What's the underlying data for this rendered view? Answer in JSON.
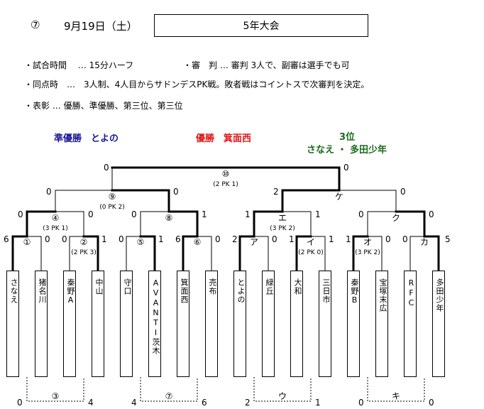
{
  "header": {
    "round_marker": "⑦",
    "date": "9月19日（土）",
    "title": "5年大会"
  },
  "notes": [
    "・試合時間　 … 15分ハーフ",
    "・審　判 … 審判 3人で、副審は選手でも可",
    "・同点時　…　3人制、4人目からサドンデスPK戦。敗者戦はコイントスで次審判を決定。",
    "・表彰 … 優勝、準優勝、第三位、第三位"
  ],
  "results": {
    "runner_up": "準優勝　とよの",
    "winner": "優勝　箕面西",
    "third_label": "3位",
    "third_teams": "さなえ ・ 多田少年"
  },
  "colors": {
    "runner_up": "#1a1a9a",
    "winner": "#e01818",
    "third": "#1a6b1a"
  },
  "teams": [
    "さなえ",
    "猪名川",
    "秦野A",
    "中山",
    "守口",
    "AVANTI茨木",
    "箕面西",
    "売布",
    "とよの",
    "緑丘",
    "大和",
    "三日市",
    "秦野B",
    "宝塚末広",
    "RFC",
    "多田少年"
  ],
  "matches": {
    "m1": "①",
    "m2": "②",
    "m3": "③",
    "m4": "④",
    "m5": "⑤",
    "m6": "⑥",
    "m7": "⑦",
    "m8": "⑧",
    "m9": "⑨",
    "m10": "⑩",
    "a": "ア",
    "i": "イ",
    "u": "ウ",
    "e": "エ",
    "o": "オ",
    "ka": "カ",
    "ki": "キ",
    "ku": "ク",
    "ke": "ケ"
  },
  "pk_notes": {
    "m2": "(2 PK 3)",
    "m4": "(3 PK 1)",
    "m9": "(0 PK 2)",
    "m10": "(2 PK 1)",
    "e": "(3 PK 2)",
    "i": "(2 PK 0)",
    "o": "(3 PK 2)"
  },
  "scores": {
    "m1_l": "6",
    "m1_r": "0",
    "m2_l": "0",
    "m2_r": "1",
    "m5_l": "0",
    "m5_r": "1",
    "m6_l": "6",
    "m6_r": "0",
    "a_l": "2",
    "a_r": "0",
    "i_l": "1",
    "i_r": "1",
    "o_l": "1",
    "o_r": "0",
    "ka_l": "0",
    "ka_r": "5",
    "m4_l": "0",
    "m4_r": "0",
    "m8_l": "0",
    "m8_r": "1",
    "e_l": "1",
    "e_r": "1",
    "ku_l": "0",
    "ku_r": "0",
    "m9_l": "0",
    "m9_r": "0",
    "ke_l": "2",
    "ke_r": "0",
    "m10_l": "0",
    "m10_r": "0",
    "m3_l": "0",
    "m3_r": "4",
    "m7_l": "4",
    "m7_r": "6",
    "u_l": "2",
    "u_r": "1",
    "ki_l": "0",
    "ki_r": "0"
  }
}
